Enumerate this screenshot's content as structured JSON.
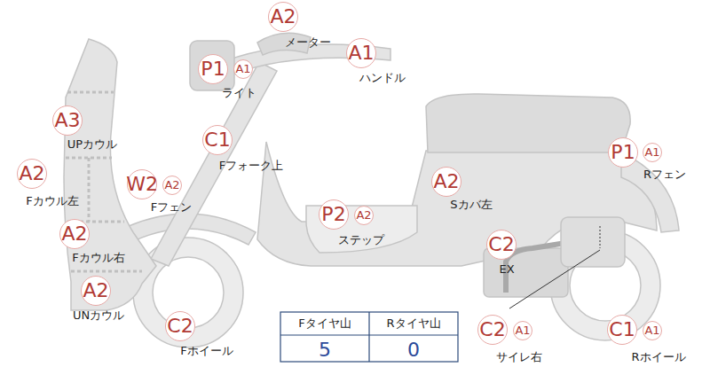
{
  "diagram": {
    "nodes": [
      {
        "text": [
          "A2",
          "メーター"
        ]
      },
      {
        "text": [
          "A1",
          "ハンドル"
        ]
      },
      {
        "text": [
          "P1",
          "ライト"
        ]
      },
      {
        "text": [
          "A1"
        ]
      },
      {
        "text": [
          "A3",
          "UPカウル"
        ]
      },
      {
        "text": [
          "C1",
          "Fフォーク上"
        ]
      },
      {
        "text": [
          "P1",
          "Rフェン"
        ]
      },
      {
        "text": [
          "A1"
        ]
      },
      {
        "text": [
          "A2",
          "Fカウル左"
        ]
      },
      {
        "text": [
          "W2",
          "Fフェン"
        ]
      },
      {
        "text": [
          "A2"
        ]
      },
      {
        "text": [
          "A2",
          "Sカバ左"
        ]
      },
      {
        "text": [
          "P2",
          "ステップ"
        ]
      },
      {
        "text": [
          "A2"
        ]
      },
      {
        "text": [
          "A2",
          "Fカウル右"
        ]
      },
      {
        "text": [
          "C2",
          "EX"
        ]
      },
      {
        "text": [
          "A2",
          "UNカウル"
        ]
      },
      {
        "text": [
          "C2",
          "Fホイール"
        ]
      },
      {
        "text": [
          "C2",
          "サイレ右"
        ]
      },
      {
        "text": [
          "A1"
        ]
      },
      {
        "text": [
          "C1",
          "Rホイール"
        ]
      },
      {
        "text": [
          "A1"
        ]
      }
    ],
    "labels": [
      "Fタイヤ山",
      "Rタイヤ山",
      "5",
      "0"
    ]
  }
}
